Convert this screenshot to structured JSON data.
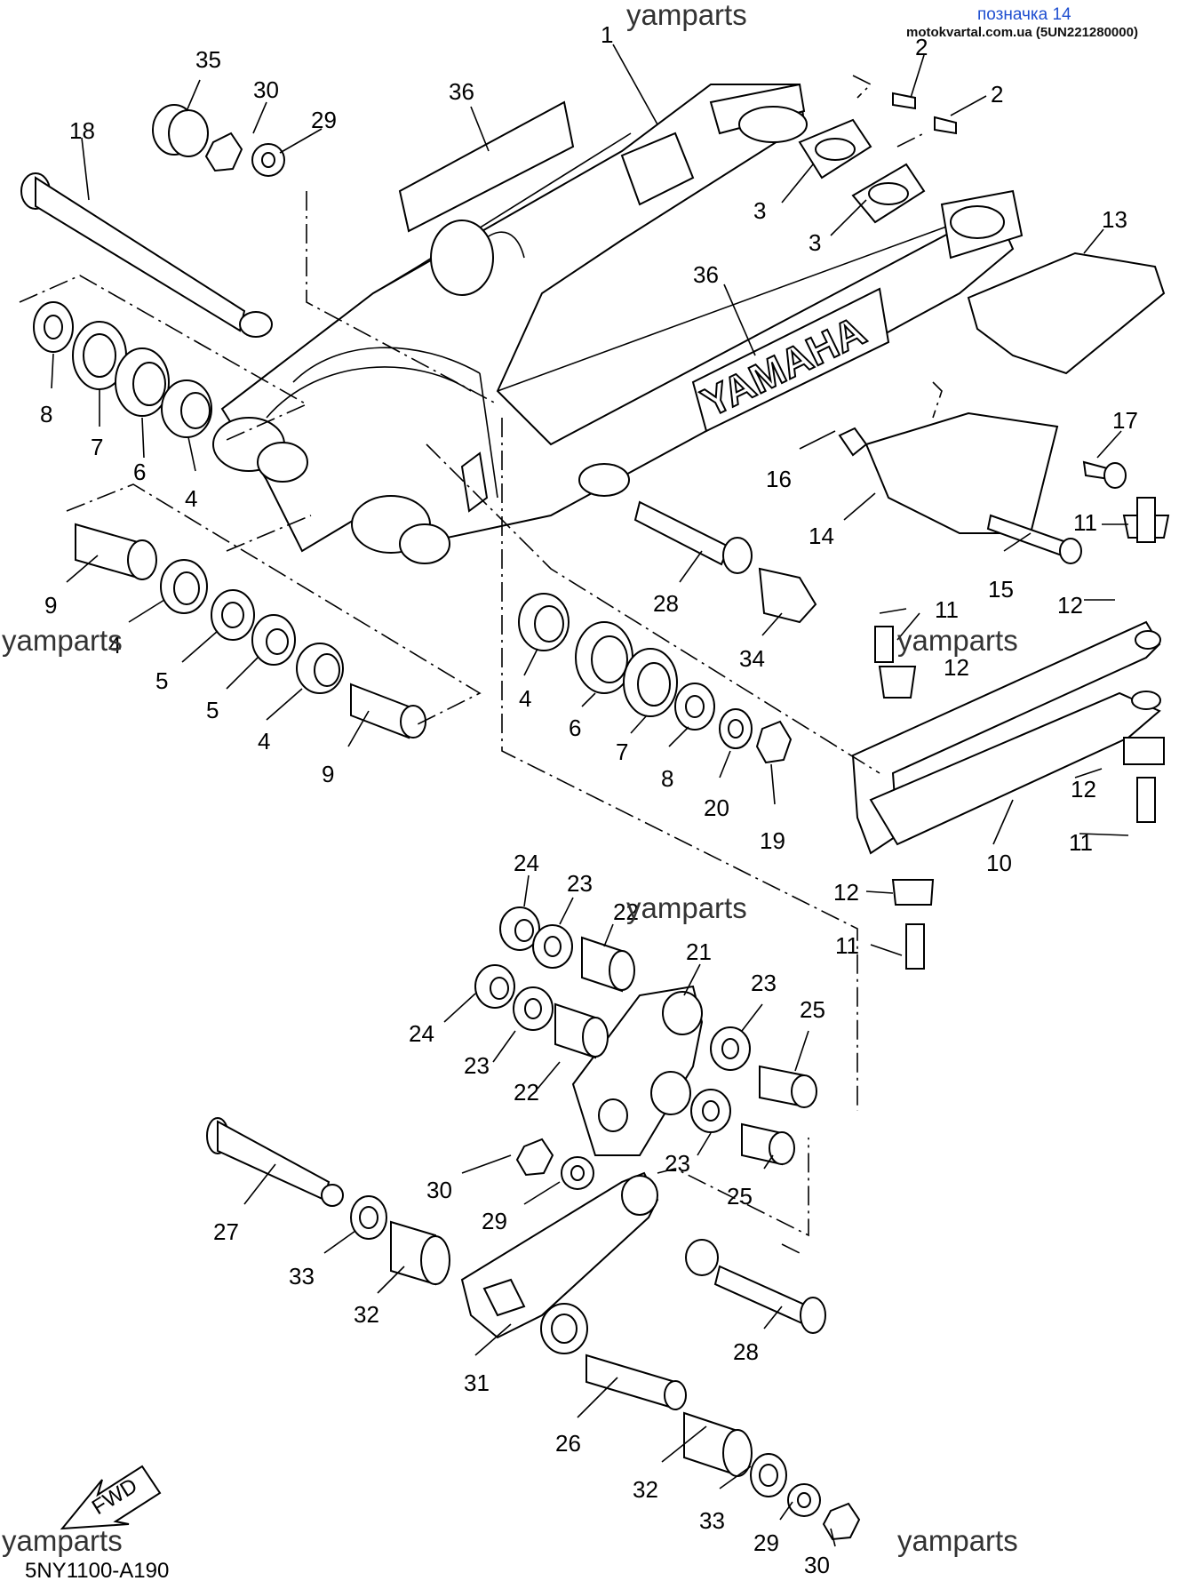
{
  "header": {
    "tag": "позначка 14",
    "source": "motokvartal.com.ua (5UN221280000)"
  },
  "watermarks": [
    "yamparts",
    "yamparts",
    "yamparts",
    "yamparts",
    "yamparts"
  ],
  "drawing_code": "5NY1100-A190",
  "brand_logo": "YAMAHA",
  "fwd_label": "FWD",
  "callouts": [
    "1",
    "2",
    "2",
    "3",
    "3",
    "13",
    "35",
    "30",
    "29",
    "18",
    "36",
    "36",
    "17",
    "16",
    "14",
    "15",
    "11",
    "12",
    "8",
    "7",
    "6",
    "4",
    "9",
    "4",
    "5",
    "5",
    "4",
    "9",
    "28",
    "34",
    "11",
    "12",
    "4",
    "6",
    "7",
    "8",
    "20",
    "19",
    "12",
    "11",
    "10",
    "12",
    "11",
    "24",
    "23",
    "22",
    "21",
    "23",
    "25",
    "24",
    "23",
    "22",
    "30",
    "29",
    "23",
    "25",
    "27",
    "33",
    "32",
    "28",
    "31",
    "26",
    "32",
    "33",
    "29",
    "30"
  ],
  "colors": {
    "ink": "#000000",
    "paper": "#ffffff",
    "tag_blue": "#1f4fd0"
  }
}
